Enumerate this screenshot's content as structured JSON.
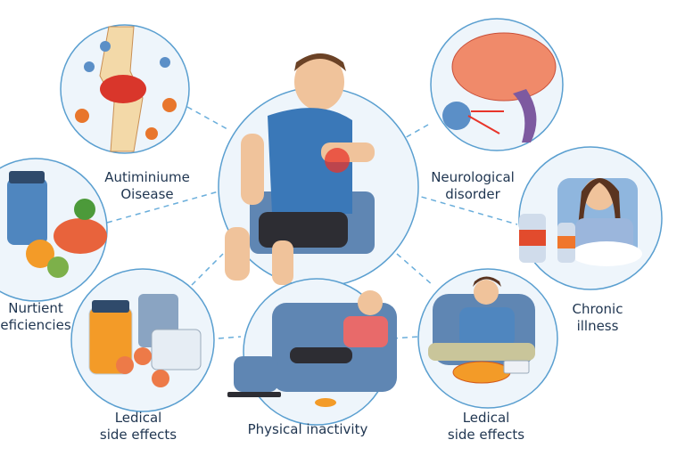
{
  "labels": {
    "autoimmune": [
      "Autiminiume",
      "Oisease"
    ],
    "neurological": [
      "Neurological",
      "disorder"
    ],
    "nutrient": [
      "Nurtient",
      "eficiencies"
    ],
    "medical_left": [
      "Ledical",
      "side effects"
    ],
    "physical": [
      "Physical inactivity"
    ],
    "chronic": [
      "Chronic",
      "illness"
    ],
    "medical_right": [
      "Ledical",
      "side effects"
    ]
  },
  "colors": {
    "label_text": "#1f3550",
    "circle_stroke": "#5a9fd0",
    "circle_fill": "#eaf3fa",
    "connector": "#6aaedb",
    "pain_highlight": "#e8342a"
  }
}
